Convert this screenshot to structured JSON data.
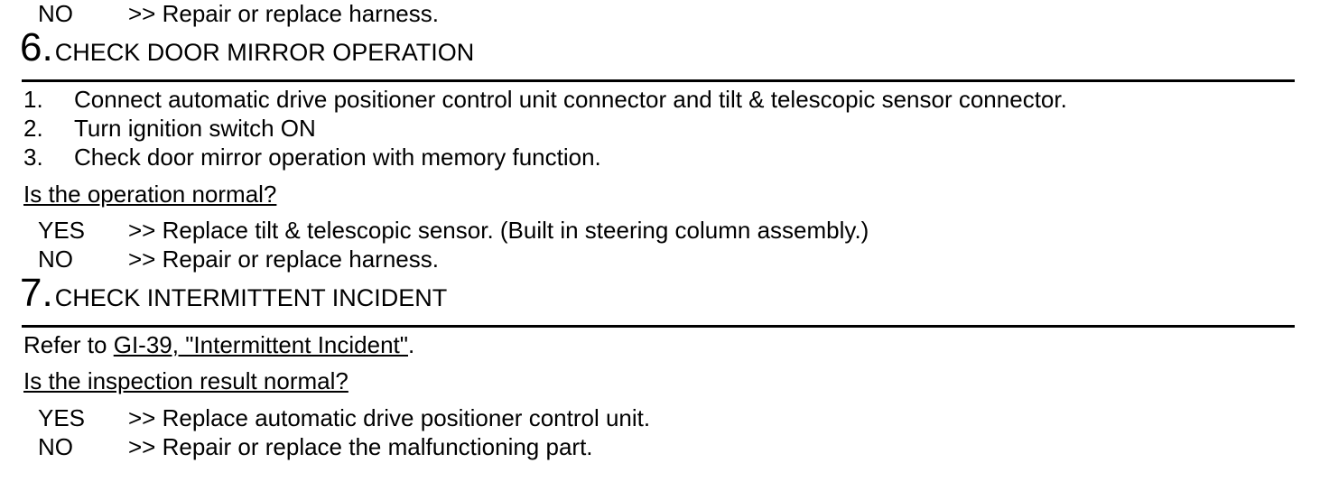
{
  "top_answer": {
    "label": "NO",
    "text": ">> Repair or replace harness."
  },
  "step6": {
    "number": "6.",
    "title": "CHECK DOOR MIRROR OPERATION",
    "steps": [
      {
        "n": "1.",
        "t": "Connect automatic drive positioner control unit connector and tilt & telescopic sensor connector."
      },
      {
        "n": "2.",
        "t": "Turn ignition switch ON"
      },
      {
        "n": "3.",
        "t": "Check door mirror operation with memory function."
      }
    ],
    "question": "Is the operation normal?",
    "answers": [
      {
        "label": "YES",
        "text": ">> Replace tilt & telescopic sensor. (Built in steering column assembly.)"
      },
      {
        "label": "NO",
        "text": ">> Repair or replace harness."
      }
    ]
  },
  "step7": {
    "number": "7.",
    "title": "CHECK INTERMITTENT INCIDENT",
    "refer_prefix": "Refer to ",
    "refer_link": "GI-39, \"Intermittent Incident\"",
    "refer_suffix": ".",
    "question": "Is the inspection result normal?",
    "answers": [
      {
        "label": "YES",
        "text": ">> Replace automatic drive positioner control unit."
      },
      {
        "label": "NO",
        "text": ">> Repair or replace the malfunctioning part."
      }
    ]
  }
}
